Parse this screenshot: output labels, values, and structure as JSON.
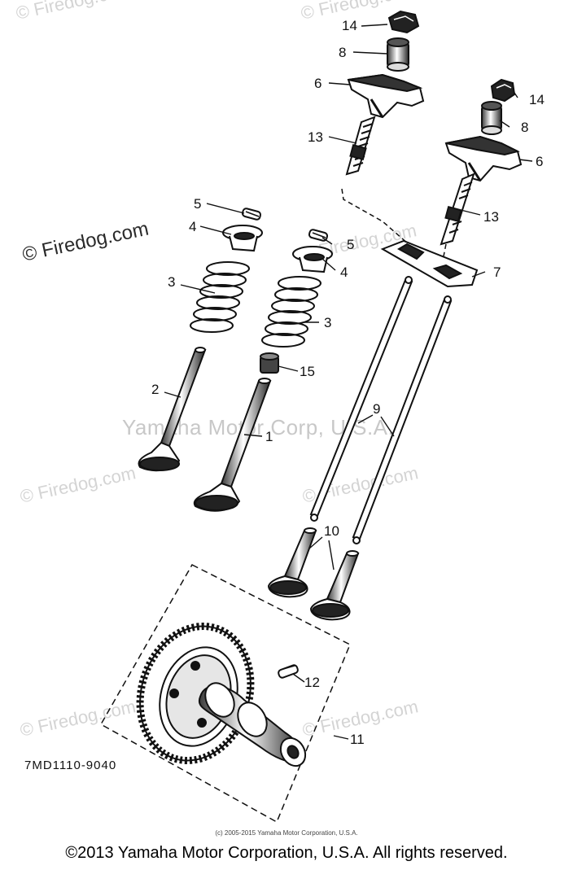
{
  "watermarks": {
    "firedog": "© Firedog.com",
    "center": "Yamaha Motor Corp, U.S.A."
  },
  "diagram_code": "7MD1110-9040",
  "copyright_small": "(c) 2005-2015 Yamaha Motor Corporation, U.S.A.",
  "copyright_footer": "©2013 Yamaha Motor Corporation, U.S.A. All rights reserved.",
  "callouts": {
    "c1": "1",
    "c2": "2",
    "c3a": "3",
    "c3b": "3",
    "c4a": "4",
    "c4b": "4",
    "c5a": "5",
    "c5b": "5",
    "c6a": "6",
    "c6b": "6",
    "c7": "7",
    "c8a": "8",
    "c8b": "8",
    "c9": "9",
    "c10": "10",
    "c11": "11",
    "c12": "12",
    "c13a": "13",
    "c13b": "13",
    "c14a": "14",
    "c14b": "14",
    "c15": "15"
  }
}
